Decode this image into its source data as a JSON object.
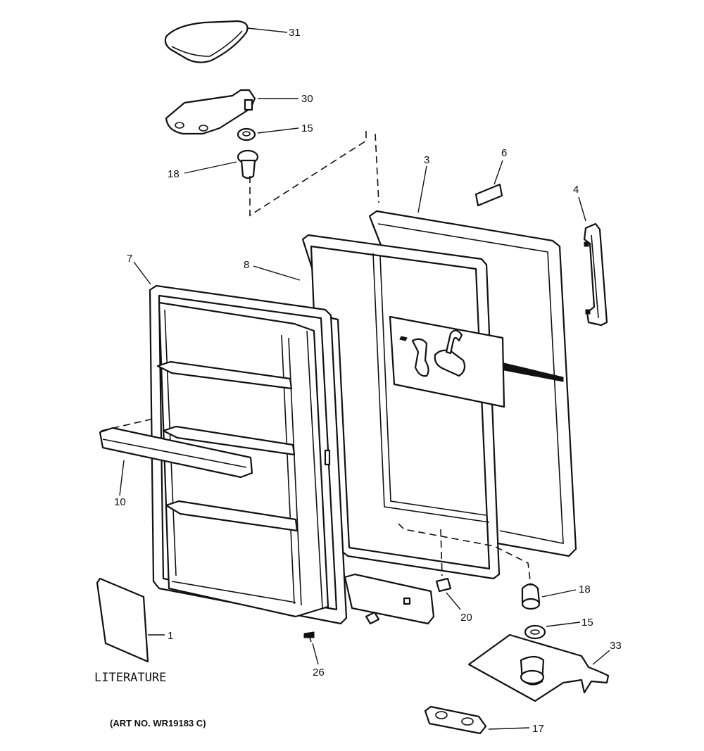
{
  "callouts": [
    {
      "id": "31",
      "text": "31"
    },
    {
      "id": "30",
      "text": "30"
    },
    {
      "id": "15a",
      "text": "15"
    },
    {
      "id": "18a",
      "text": "18"
    },
    {
      "id": "3",
      "text": "3"
    },
    {
      "id": "6",
      "text": "6"
    },
    {
      "id": "4",
      "text": "4"
    },
    {
      "id": "7",
      "text": "7"
    },
    {
      "id": "8",
      "text": "8"
    },
    {
      "id": "10",
      "text": "10"
    },
    {
      "id": "1",
      "text": "1"
    },
    {
      "id": "26",
      "text": "26"
    },
    {
      "id": "20",
      "text": "20"
    },
    {
      "id": "18b",
      "text": "18"
    },
    {
      "id": "15b",
      "text": "15"
    },
    {
      "id": "33",
      "text": "33"
    },
    {
      "id": "17",
      "text": "17"
    }
  ],
  "captions": {
    "literature": "LITERATURE",
    "art_number": "(ART NO. WR19183 C)"
  }
}
